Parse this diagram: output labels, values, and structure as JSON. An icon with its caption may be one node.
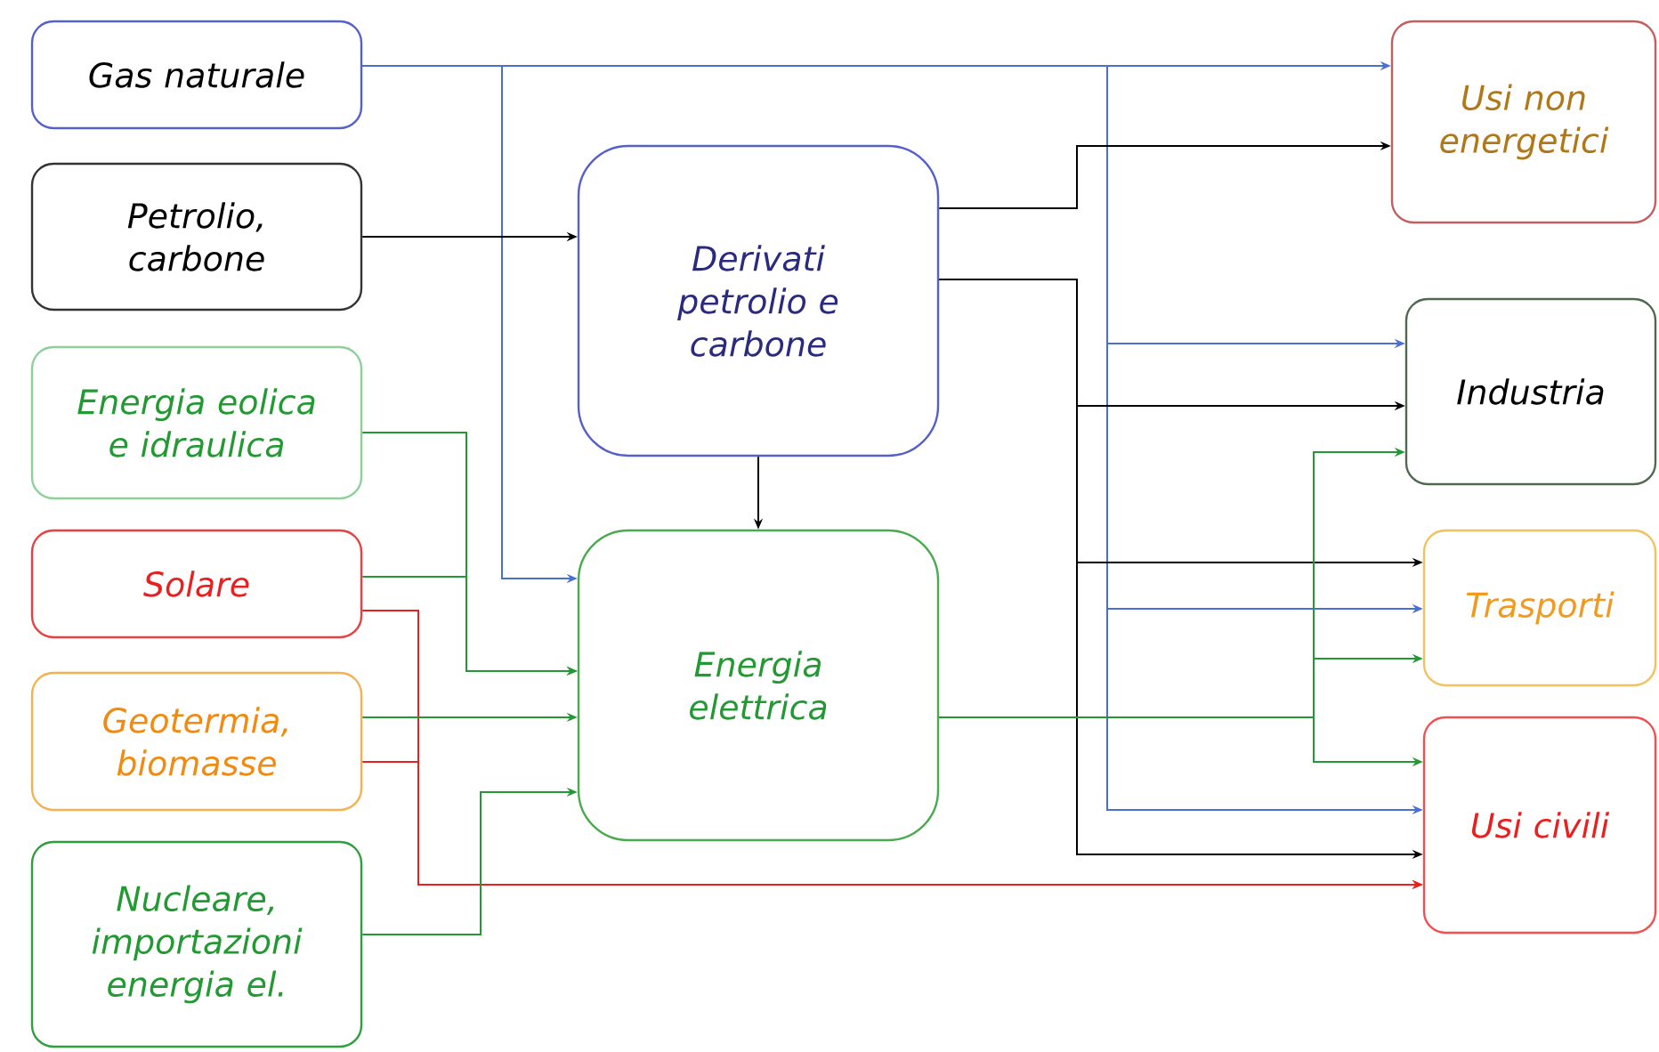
{
  "diagram": {
    "nodes": [
      {
        "text": [
          "Gas naturale"
        ]
      },
      {
        "text": [
          "Petrolio, carbone"
        ]
      },
      {
        "text": [
          "Energia eolica e idraulica"
        ]
      },
      {
        "text": [
          "Solare"
        ]
      },
      {
        "text": [
          "Geotermia, biomasse"
        ]
      },
      {
        "text": [
          "Nucleare, importazioni energia el."
        ]
      },
      {
        "text": [
          "Derivati petrolio e carbone"
        ]
      },
      {
        "text": [
          "Energia elettrica"
        ]
      },
      {
        "text": [
          "Usi non energetici"
        ]
      },
      {
        "text": [
          "Industria"
        ]
      },
      {
        "text": [
          "Trasporti"
        ]
      },
      {
        "text": [
          "Usi civili"
        ]
      }
    ],
    "edges": [
      {
        "from": 0,
        "to": 8,
        "arrow": "to",
        "color": "#4a6fd0"
      },
      {
        "from": 0,
        "to": 7,
        "arrow": "to",
        "color": "#4a6fd0"
      },
      {
        "from": 0,
        "to": 9,
        "arrow": "to",
        "color": "#4a6fd0"
      },
      {
        "from": 0,
        "to": 10,
        "arrow": "to",
        "color": "#4a6fd0"
      },
      {
        "from": 0,
        "to": 11,
        "arrow": "to",
        "color": "#4a6fd0"
      },
      {
        "from": 1,
        "to": 6,
        "arrow": "to",
        "color": "#000000"
      },
      {
        "from": 2,
        "to": 7,
        "arrow": "to",
        "color": "#229933"
      },
      {
        "from": 3,
        "to": 7,
        "arrow": "to",
        "color": "#229933"
      },
      {
        "from": 3,
        "to": 11,
        "arrow": "to",
        "color": "#e82020"
      },
      {
        "from": 4,
        "to": 7,
        "arrow": "to",
        "color": "#229933"
      },
      {
        "from": 4,
        "to": 11,
        "arrow": "to",
        "color": "#e82020"
      },
      {
        "from": 5,
        "to": 7,
        "arrow": "to",
        "color": "#229933"
      },
      {
        "from": 6,
        "to": 7,
        "arrow": "to",
        "color": "#000000"
      },
      {
        "from": 6,
        "to": 8,
        "arrow": "to",
        "color": "#000000"
      },
      {
        "from": 6,
        "to": 9,
        "arrow": "to",
        "color": "#000000"
      },
      {
        "from": 6,
        "to": 10,
        "arrow": "to",
        "color": "#000000"
      },
      {
        "from": 6,
        "to": 11,
        "arrow": "to",
        "color": "#000000"
      },
      {
        "from": 7,
        "to": 9,
        "arrow": "to",
        "color": "#229933"
      },
      {
        "from": 7,
        "to": 10,
        "arrow": "to",
        "color": "#229933"
      },
      {
        "from": 7,
        "to": 11,
        "arrow": "to",
        "color": "#229933"
      }
    ]
  }
}
